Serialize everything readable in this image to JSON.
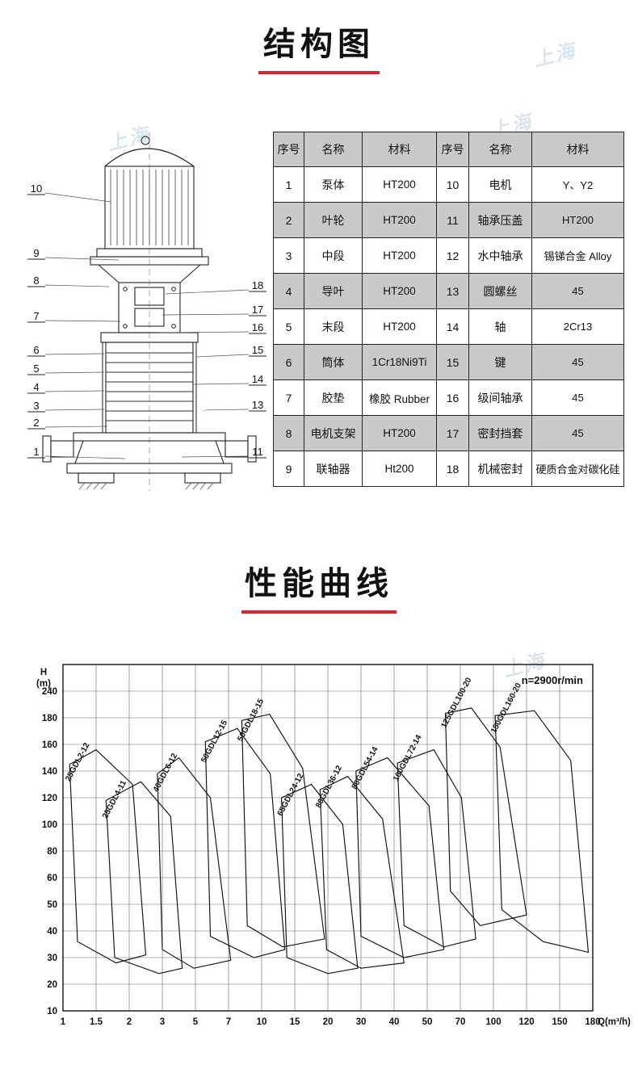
{
  "page": {
    "section1_title": "结构图",
    "section2_title": "性能曲线"
  },
  "colors": {
    "accent_red": "#d9232e",
    "table_shade": "#c9c9c9",
    "line": "#1a1a1a",
    "watermark": "#a9bfcf"
  },
  "watermark": {
    "text": "上海"
  },
  "parts_table": {
    "headers": [
      "序号",
      "名称",
      "材料",
      "序号",
      "名称",
      "材料"
    ],
    "rows": [
      [
        "1",
        "泵体",
        "HT200",
        "10",
        "电机",
        "Y、Y2"
      ],
      [
        "2",
        "叶轮",
        "HT200",
        "11",
        "轴承压盖",
        "HT200"
      ],
      [
        "3",
        "中段",
        "HT200",
        "12",
        "水中轴承",
        "锡锑合金 Alloy"
      ],
      [
        "4",
        "导叶",
        "HT200",
        "13",
        "圆螺丝",
        "45"
      ],
      [
        "5",
        "末段",
        "HT200",
        "14",
        "轴",
        "2Cr13"
      ],
      [
        "6",
        "筒体",
        "1Cr18Ni9Ti",
        "15",
        "键",
        "45"
      ],
      [
        "7",
        "胶垫",
        "橡胶 Rubber",
        "16",
        "级间轴承",
        "45"
      ],
      [
        "8",
        "电机支架",
        "HT200",
        "17",
        "密封挡套",
        "45"
      ],
      [
        "9",
        "联轴器",
        "Ht200",
        "18",
        "机械密封",
        "硬质合金对碳化硅"
      ]
    ],
    "shaded_row_indices": [
      1,
      3,
      5,
      7
    ]
  },
  "diagram": {
    "callouts_left": [
      "10",
      "9",
      "8",
      "7",
      "6",
      "5",
      "4",
      "3",
      "2",
      "1"
    ],
    "callouts_right": [
      "18",
      "17",
      "16",
      "15",
      "14",
      "13",
      "11"
    ]
  },
  "chart_data": {
    "type": "area",
    "title": "性能曲线",
    "annotation": "n=2900r/min",
    "xlabel": "Q(m³/h)",
    "ylabel_line1": "H",
    "ylabel_line2": "(m)",
    "x_ticks": [
      1,
      1.5,
      2,
      3,
      5,
      7,
      10,
      15,
      20,
      30,
      40,
      50,
      70,
      100,
      120,
      150,
      180
    ],
    "y_ticks": [
      10,
      20,
      30,
      40,
      50,
      60,
      80,
      100,
      120,
      140,
      160,
      180,
      240
    ],
    "axis_style": "catalog quasi-log axes: listed ticks are equally spaced",
    "legend_position": "labels rotated along each curve envelope",
    "grid": true,
    "series": [
      {
        "name": "25GDL2-12",
        "label_at": [
          1.1,
          132
        ],
        "envelope": [
          [
            1.22,
            36
          ],
          [
            1.1,
            145
          ],
          [
            1.5,
            156
          ],
          [
            2.1,
            130
          ],
          [
            2.5,
            31
          ],
          [
            1.8,
            28
          ]
        ]
      },
      {
        "name": "25GDL4-11",
        "label_at": [
          1.66,
          104
        ],
        "envelope": [
          [
            1.78,
            30
          ],
          [
            1.65,
            118
          ],
          [
            2.35,
            132
          ],
          [
            3.5,
            106
          ],
          [
            4.2,
            26
          ],
          [
            2.9,
            24
          ]
        ]
      },
      {
        "name": "40GDL6-12",
        "label_at": [
          2.85,
          124
        ],
        "envelope": [
          [
            3.0,
            33
          ],
          [
            2.85,
            138
          ],
          [
            4.0,
            150
          ],
          [
            5.9,
            120
          ],
          [
            7.2,
            29
          ],
          [
            4.9,
            26
          ]
        ]
      },
      {
        "name": "50GDL12-15",
        "label_at": [
          5.6,
          146
        ],
        "envelope": [
          [
            5.9,
            38
          ],
          [
            5.6,
            162
          ],
          [
            7.8,
            172
          ],
          [
            11.3,
            138
          ],
          [
            13.5,
            33
          ],
          [
            9.3,
            30
          ]
        ]
      },
      {
        "name": "50GDL18-15",
        "label_at": [
          8.2,
          162
        ],
        "envelope": [
          [
            8.7,
            42
          ],
          [
            8.2,
            178
          ],
          [
            11.2,
            188
          ],
          [
            16.2,
            142
          ],
          [
            19.5,
            37
          ],
          [
            13.2,
            34
          ]
        ]
      },
      {
        "name": "65GDL24-12",
        "label_at": [
          13.0,
          106
        ],
        "envelope": [
          [
            13.8,
            30
          ],
          [
            13.0,
            120
          ],
          [
            17.5,
            130
          ],
          [
            24.5,
            100
          ],
          [
            29,
            26
          ],
          [
            20,
            24
          ]
        ]
      },
      {
        "name": "80GDL36-12",
        "label_at": [
          18.8,
          112
        ],
        "envelope": [
          [
            19.8,
            33
          ],
          [
            18.8,
            126
          ],
          [
            26,
            136
          ],
          [
            36.5,
            104
          ],
          [
            43,
            28
          ],
          [
            30,
            26
          ]
        ]
      },
      {
        "name": "80GDL54-14",
        "label_at": [
          28.5,
          126
        ],
        "envelope": [
          [
            30,
            38
          ],
          [
            28.5,
            140
          ],
          [
            38,
            150
          ],
          [
            51,
            114
          ],
          [
            60,
            33
          ],
          [
            43,
            30
          ]
        ]
      },
      {
        "name": "100GDL72-14",
        "label_at": [
          41,
          132
        ],
        "envelope": [
          [
            43,
            42
          ],
          [
            41,
            146
          ],
          [
            54,
            156
          ],
          [
            71,
            120
          ],
          [
            84,
            37
          ],
          [
            60,
            34
          ]
        ]
      },
      {
        "name": "125GDL100-20",
        "label_at": [
          61,
          172
        ],
        "envelope": [
          [
            64,
            55
          ],
          [
            61,
            190
          ],
          [
            80,
            202
          ],
          [
            104,
            158
          ],
          [
            120,
            46
          ],
          [
            88,
            42
          ]
        ]
      },
      {
        "name": "150GDL160-20",
        "label_at": [
          101,
          168
        ],
        "envelope": [
          [
            105,
            48
          ],
          [
            101,
            185
          ],
          [
            127,
            196
          ],
          [
            160,
            148
          ],
          [
            176,
            32
          ],
          [
            135,
            36
          ]
        ]
      }
    ]
  }
}
